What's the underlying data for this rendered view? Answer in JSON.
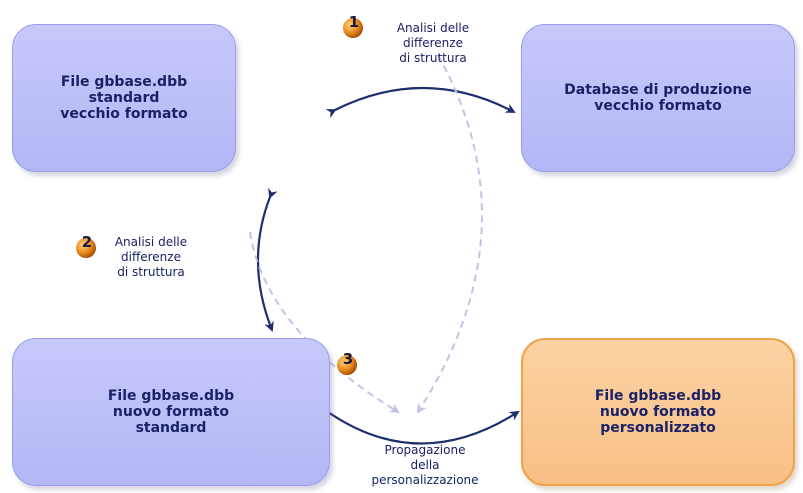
{
  "boxes": {
    "top_left": {
      "lines": [
        "File gbbase.dbb",
        "standard",
        "vecchio formato"
      ]
    },
    "top_right": {
      "lines": [
        "Database di produzione",
        "vecchio formato"
      ]
    },
    "bottom_left": {
      "lines": [
        "File gbbase.dbb",
        "nuovo formato",
        "standard"
      ]
    },
    "bottom_right": {
      "lines": [
        "File gbbase.dbb",
        "nuovo formato",
        "personalizzato"
      ]
    }
  },
  "steps": {
    "step1": {
      "number": "1",
      "lines": [
        "Analisi delle",
        "differenze",
        "di struttura"
      ]
    },
    "step2": {
      "number": "2",
      "lines": [
        "Analisi delle",
        "differenze",
        "di struttura"
      ]
    },
    "step3": {
      "number": "3",
      "lines": [
        "Propagazione",
        "della",
        "personalizzazione"
      ]
    }
  },
  "colors": {
    "box_blue": "#b8bbf7",
    "box_orange": "#f9c48b",
    "arrow_solid": "#1f2e6e",
    "arrow_dashed": "#c0c4e6",
    "badge_orange": "#e07a10"
  }
}
